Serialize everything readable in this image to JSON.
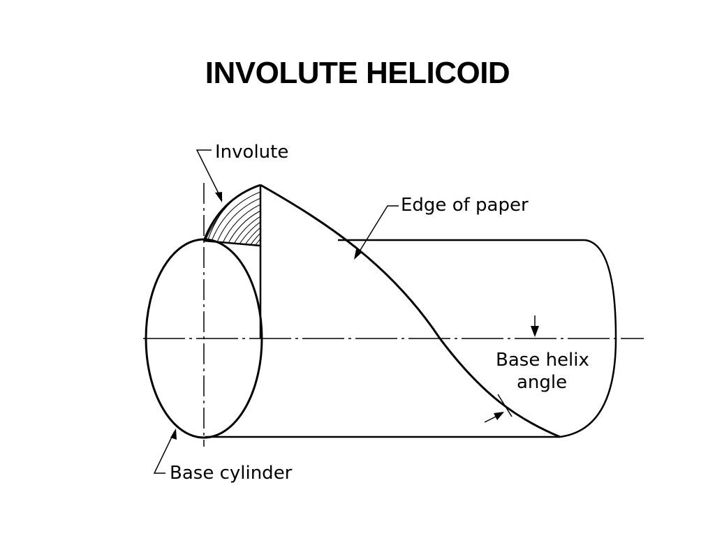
{
  "slide": {
    "title": "INVOLUTE HELICOID"
  },
  "diagram": {
    "labels": {
      "involute": "Involute",
      "edge_of_paper": "Edge of paper",
      "base_helix_angle_line1": "Base helix",
      "base_helix_angle_line2": "angle",
      "base_cylinder": "Base cylinder"
    }
  }
}
